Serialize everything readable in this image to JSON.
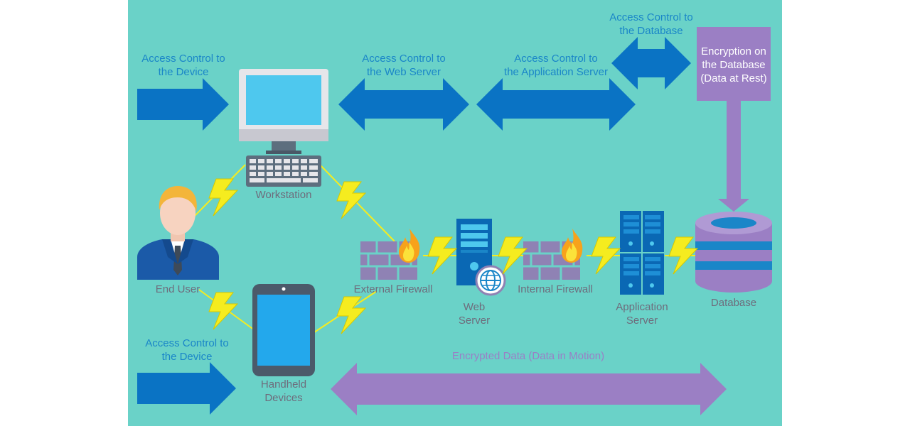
{
  "labels": {
    "ac_device_top": [
      "Access Control to",
      "the Device"
    ],
    "ac_web_server": [
      "Access Control to",
      "the Web Server"
    ],
    "ac_app_server": [
      "Access Control to",
      "the Application Server"
    ],
    "ac_database": [
      "Access Control to",
      "the Database"
    ],
    "encryption_db": [
      "Encryption on",
      "the Database",
      "(Data at Rest)"
    ],
    "workstation": "Workstation",
    "end_user": "End User",
    "external_firewall": "External Firewall",
    "internal_firewall": "Internal Firewall",
    "web_server": [
      "Web",
      "Server"
    ],
    "app_server": [
      "Application",
      "Server"
    ],
    "database": "Database",
    "ac_device_bottom": [
      "Access Control to",
      "the Device"
    ],
    "handheld": [
      "Handheld",
      "Devices"
    ],
    "encrypted_data": "Encrypted Data (Data in Motion)"
  },
  "colors": {
    "background": "#6ad2c8",
    "arrow_blue": "#0a73c4",
    "arrow_purple": "#9b7fc4",
    "bolt_yellow": "#f5ec1f",
    "server_blue": "#0a68b4",
    "firewall_purple": "#8f82b4",
    "label_blue": "#1a86c8",
    "label_gray": "#6e6c7c"
  },
  "icons": [
    "monitor-icon",
    "keyboard-icon",
    "user-icon",
    "tablet-icon",
    "firewall-icon",
    "web-server-icon",
    "globe-icon",
    "application-server-icon",
    "database-icon",
    "lightning-icon",
    "arrow-icon"
  ]
}
